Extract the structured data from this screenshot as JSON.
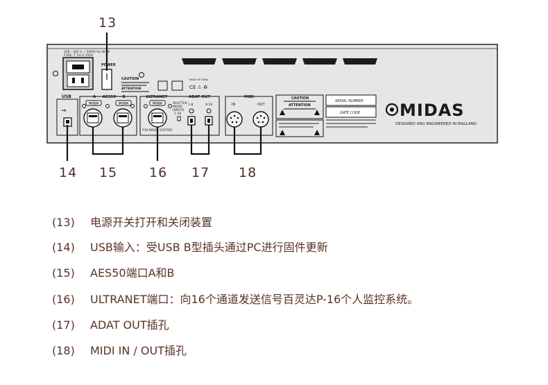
{
  "panel": {
    "power_spec_1": "100 - 240 V ~ 50/60 Hz 40 W",
    "power_spec_2": "FUSE: T 2A H 250V",
    "power_label": "POWER",
    "caution_title": "CAUTION",
    "attention_title": "ATTENTION",
    "usb_label": "USB",
    "aes50_label": "A — AES50 — B",
    "push_label": "PUSH",
    "ultranet_label": "ULTRANET",
    "adat_label": "ADAT OUT",
    "splitter_lines": [
      "SPLITTER",
      "MODE",
      "INPUTS",
      "1-16"
    ],
    "adat_ch_1": "1-8",
    "adat_ch_2": "9-16",
    "p16_label": "P16 MODE SYSTEM",
    "midi_label": "MIDI",
    "midi_in": "IN",
    "midi_out": "OUT",
    "warning_caution": "CAUTION",
    "warning_attention": "ATTENTION",
    "serial_number": "SERIAL NUMBER",
    "date_code": "DATE CODE",
    "brand_logo": "MIDAS",
    "brand_tagline": "DESIGNED AND ENGINEERED IN ENGLAND",
    "made_in": "MADE IN CHINA"
  },
  "callouts": {
    "c13": "13",
    "c14": "14",
    "c15": "15",
    "c16": "16",
    "c17": "17",
    "c18": "18"
  },
  "legend": [
    {
      "num": "(13)",
      "text": "电源开关打开和关闭装置"
    },
    {
      "num": "(14)",
      "text": "USB输入：受USB B型插头通过PC进行固件更新"
    },
    {
      "num": "(15)",
      "text": "AES50端口A和B"
    },
    {
      "num": "(16)",
      "text": "ULTRANET端口：向16个通道发送信号百灵达P-16个人监控系统。"
    },
    {
      "num": "(17)",
      "text": "ADAT OUT插孔"
    },
    {
      "num": "(18)",
      "text": "MIDI IN / OUT插孔"
    }
  ],
  "colors": {
    "panel": "#e4e4e4",
    "text_brown": "#5a3226",
    "line": "#1a1a1a"
  }
}
